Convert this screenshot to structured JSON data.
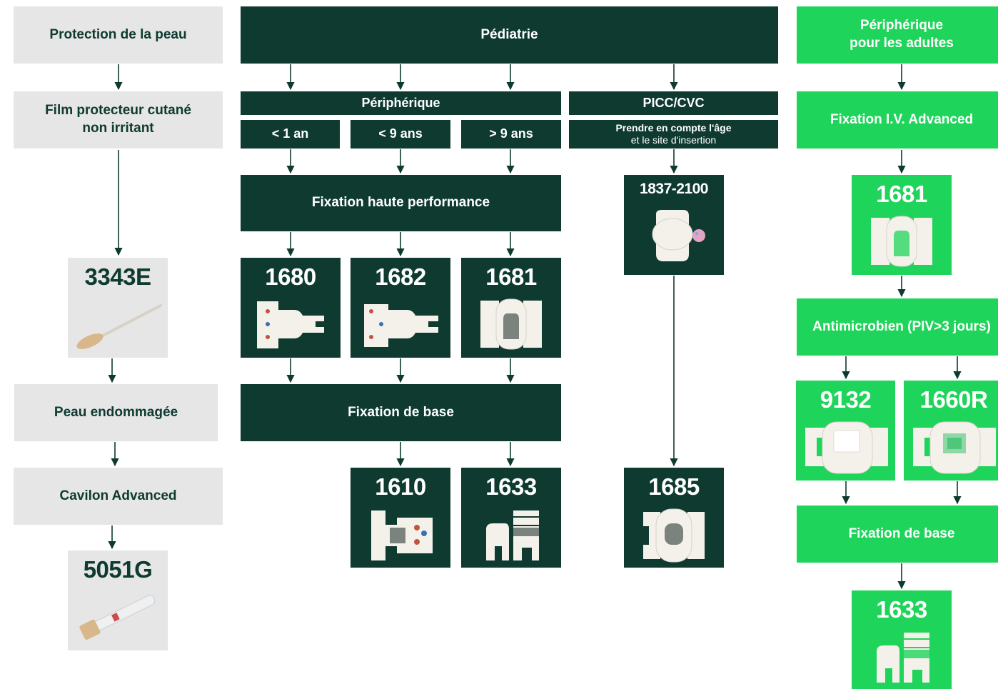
{
  "colors": {
    "dark": "#0e3a30",
    "grey": "#e6e6e6",
    "green": "#1fd45a",
    "product_white": "#f4f1ea",
    "accent_grey": "#7b837f"
  },
  "left": {
    "protection": "Protection de la peau",
    "film_line1": "Film protecteur cutané",
    "film_line2": "non irritant",
    "product_a": "3343E",
    "damaged": "Peau endommagée",
    "cavilon": "Cavilon Advanced",
    "product_b": "5051G"
  },
  "center": {
    "pediatrie": "Pédiatrie",
    "peripherique": "Périphérique",
    "age1": "< 1 an",
    "age2": "< 9 ans",
    "age3": "> 9 ans",
    "picc": "PICC/CVC",
    "picc_sub1": "Prendre en compte l'âge",
    "picc_sub2": "et le site d'insertion",
    "haute_perf": "Fixation haute performance",
    "p1680": "1680",
    "p1682": "1682",
    "p1681": "1681",
    "p1837": "1837-2100",
    "base": "Fixation de base",
    "p1610": "1610",
    "p1633": "1633",
    "p1685": "1685"
  },
  "right": {
    "adult_line1": "Périphérique",
    "adult_line2": "pour les adultes",
    "iv_advanced": "Fixation I.V. Advanced",
    "p1681": "1681",
    "antimicrobien": "Antimicrobien (PIV>3 jours)",
    "p9132": "9132",
    "p1660R": "1660R",
    "base": "Fixation de base",
    "p1633": "1633"
  }
}
